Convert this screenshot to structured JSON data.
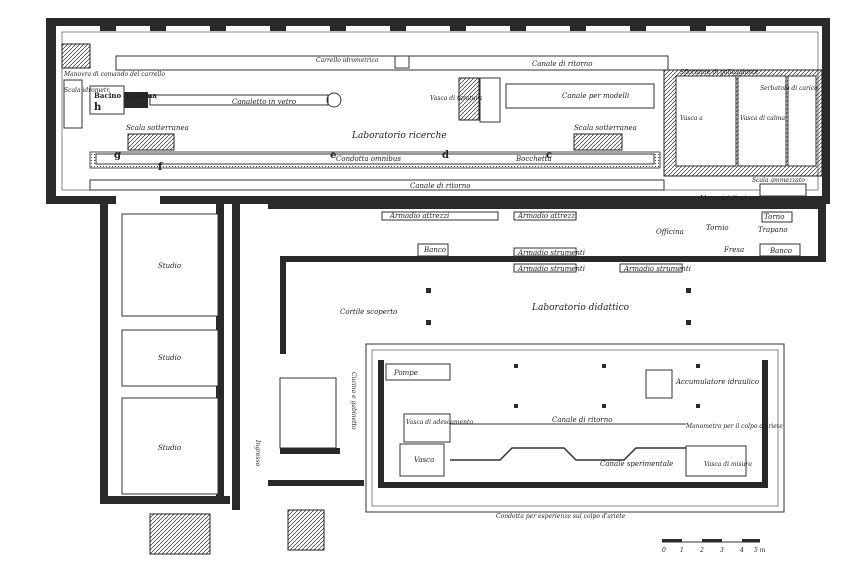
{
  "labels": {
    "carrello": "Carrello idrometrico",
    "canale_ritorno_top": "Canale di ritorno",
    "bacino": "Bacino di calma",
    "scale_idrometro": "Scala idrometr.",
    "manovra": "Manovra di comando del carrello",
    "canaletto": "Canaletto in vetro",
    "vasca_taratura": "Vasca di taratura",
    "canale_modelli": "Canale per modelli",
    "scala_sotterranea_left": "Scala sotterranea",
    "laboratorio_ricerche": "Laboratorio ricerche",
    "scala_sotterranea_right": "Scala sotterranea",
    "condotta_omnibus": "Condotta omnibus",
    "bocchetta": "Bocchetta",
    "canale_ritorno_mid": "Canale di ritorno",
    "scala_ammezzato": "Scala ammezzato",
    "idrometri": "Idrometri di misura",
    "sfioratore": "Sfioratore di galleggiante",
    "vasca_a": "Vasca a",
    "vasca_b": "Vasca di calma",
    "serbatoio": "Serbatoio di carico",
    "armadio_attrezzi_1": "Armadio attrezzi",
    "armadio_attrezzi_2": "Armadio attrezzi",
    "officina": "Officina",
    "tornio": "Tornio",
    "trapano": "Trapano",
    "fresa": "Fresa",
    "banco_right": "Banco",
    "torno_box": "Torno",
    "banco_left": "Banco",
    "armadio_strumenti_1": "Armadio strumenti",
    "armadio_strumenti_2": "Armadio strumenti",
    "armadio_strumenti_3": "Armadio strumenti",
    "studio_1": "Studio",
    "studio_2": "Studio",
    "studio_3": "Studio",
    "cortile": "Cortile scoperto",
    "laboratorio_didattico": "Laboratorio didattico",
    "pompe": "Pompe",
    "accumulatore": "Accumulatore idraulico",
    "vasca_adescamento": "Vasca di adescamento",
    "canale_ritorno_low": "Canale di ritorno",
    "manometro": "Manometro per il colpo d'ariete",
    "vasca": "Vasca",
    "canale_sperimentale": "Canale sperimentale",
    "vasca_misura": "Vasca di misura",
    "condotta_ariete": "Condotta per esperienze sul colpo d'ariete",
    "cucina": "Cucina e gabinetto",
    "ingresso": "Ingresso",
    "letter_g": "g",
    "letter_f": "f",
    "letter_e": "e",
    "letter_d": "d",
    "letter_c": "c",
    "letter_h": "h",
    "scale_label": "5 m",
    "scale_ticks": [
      "0",
      "1",
      "2",
      "3",
      "4",
      "5"
    ]
  },
  "colors": {
    "wall": "#2a2a2a",
    "line": "#333333",
    "fill": "#9a9a9a"
  }
}
